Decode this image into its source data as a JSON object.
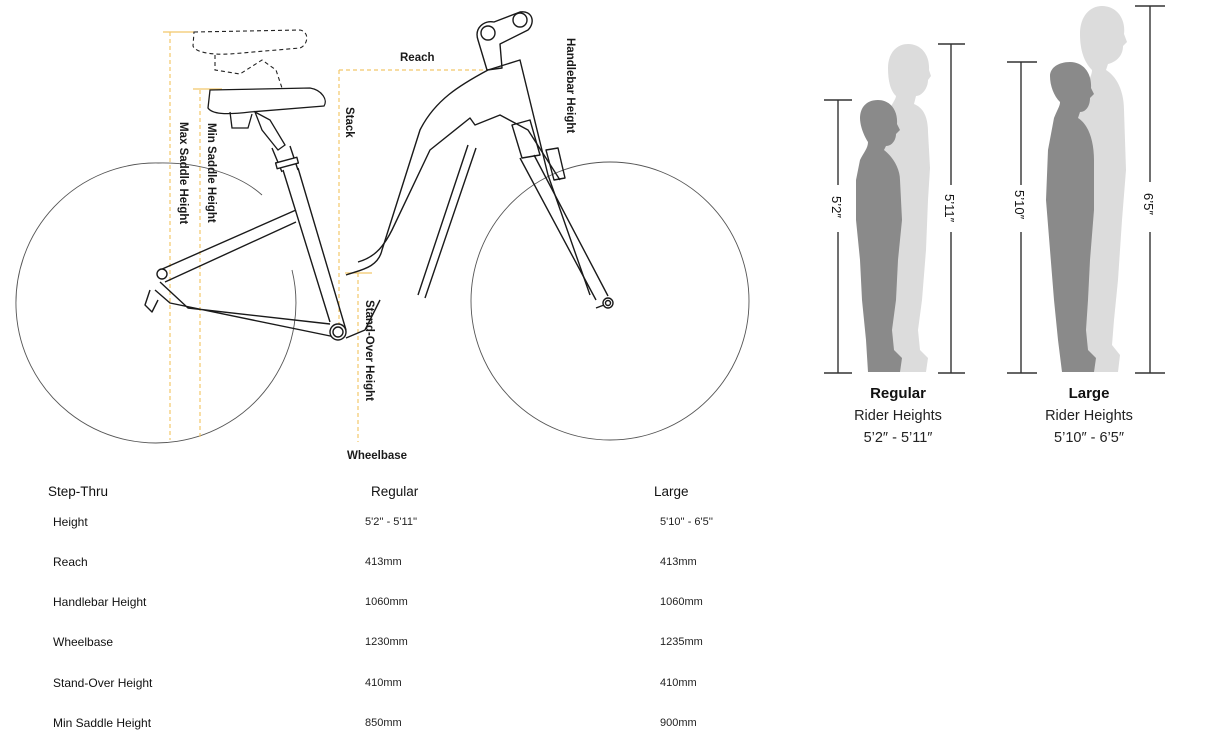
{
  "diagram": {
    "labels": {
      "reach": "Reach",
      "stack": "Stack",
      "handlebar_height": "Handlebar Height",
      "max_saddle_height": "Max Saddle Height",
      "min_saddle_height": "Min Saddle Height",
      "stand_over_height": "Stand-Over Height",
      "wheelbase": "Wheelbase"
    },
    "colors": {
      "measure_line": "#f2c76a",
      "frame_stroke": "#1a1a1a",
      "wheel_stroke": "#555555"
    }
  },
  "rider_heights": {
    "colors": {
      "short_figure": "#8a8a8a",
      "tall_figure": "#dcdcdc",
      "scale_line": "#333333"
    },
    "sizes": [
      {
        "name": "Regular",
        "subtitle": "Rider Heights",
        "range": "5’2″ - 5’11″",
        "min_label": "5’2″",
        "max_label": "5’11″"
      },
      {
        "name": "Large",
        "subtitle": "Rider Heights",
        "range": "5’10″ - 6’5″",
        "min_label": "5’10″",
        "max_label": "6’5″"
      }
    ]
  },
  "spec_table": {
    "headers": [
      "Step-Thru",
      "Regular",
      "Large"
    ],
    "rows": [
      {
        "label": "Height",
        "regular": "5'2'' - 5'11''",
        "large": "5'10'' - 6'5''"
      },
      {
        "label": "Reach",
        "regular": "413mm",
        "large": "413mm"
      },
      {
        "label": "Handlebar Height",
        "regular": "1060mm",
        "large": "1060mm"
      },
      {
        "label": "Wheelbase",
        "regular": "1230mm",
        "large": "1235mm"
      },
      {
        "label": "Stand-Over Height",
        "regular": "410mm",
        "large": "410mm"
      },
      {
        "label": "Min Saddle Height",
        "regular": "850mm",
        "large": "900mm"
      }
    ]
  }
}
